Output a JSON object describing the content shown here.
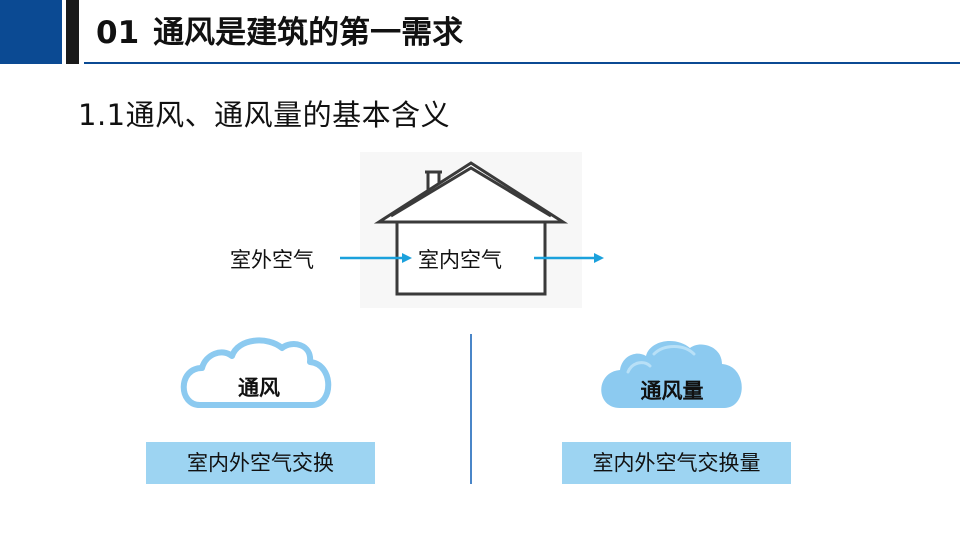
{
  "header": {
    "number": "01",
    "title": "通风是建筑的第一需求"
  },
  "subtitle": "1.1通风、通风量的基本含义",
  "diagram": {
    "outdoor_label": "室外空气",
    "indoor_label": "室内空气"
  },
  "concepts": [
    {
      "name": "通风",
      "definition": "室内外空气交换"
    },
    {
      "name": "通风量",
      "definition": "室内外空气交换量"
    }
  ],
  "colors": {
    "brand_blue": "#0b4a93",
    "arrow_blue": "#1ba1dc",
    "cloud_blue": "#8ccaf0",
    "box_blue": "#9dd4f2"
  }
}
